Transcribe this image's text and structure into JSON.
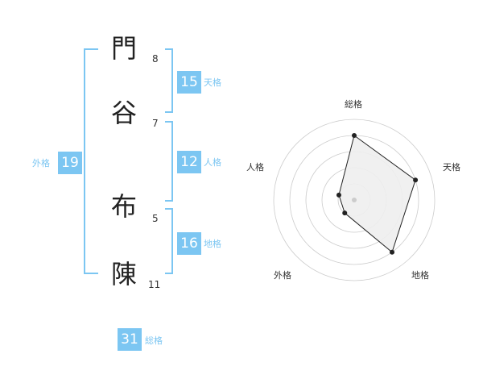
{
  "name": {
    "characters": [
      {
        "char": "門",
        "strokes": "8"
      },
      {
        "char": "谷",
        "strokes": "7"
      },
      {
        "char": "布",
        "strokes": "5"
      },
      {
        "char": "陳",
        "strokes": "11"
      }
    ]
  },
  "scores": {
    "tenkaku": {
      "value": "15",
      "label": "天格"
    },
    "jinkaku": {
      "value": "12",
      "label": "人格"
    },
    "chikaku": {
      "value": "16",
      "label": "地格"
    },
    "gaikaku": {
      "value": "19",
      "label": "外格"
    },
    "soukaku": {
      "value": "31",
      "label": "総格"
    }
  },
  "chart_data": {
    "type": "radar",
    "axes": [
      "総格",
      "天格",
      "地格",
      "外格",
      "人格"
    ],
    "values": [
      4,
      4,
      4,
      1,
      1
    ],
    "max": 5,
    "rings": 5,
    "colors": {
      "line": "#222222",
      "fill": "#eeeeee",
      "grid": "#cccccc",
      "center": "#cccccc"
    }
  }
}
